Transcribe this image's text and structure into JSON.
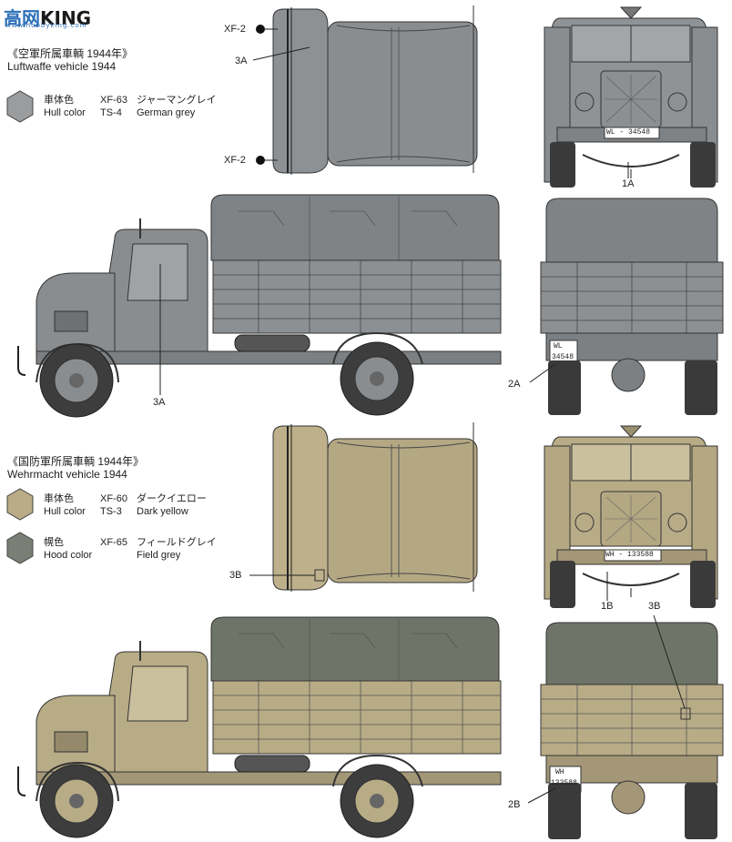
{
  "logo": {
    "text_cn": "高",
    "text_mid": "网",
    "text_king": "KING",
    "subtext": "www.hobbyking.com"
  },
  "sections": [
    {
      "title": "《空軍所属車輌 1944年》",
      "subtitle": "Luftwaffe vehicle 1944",
      "paints": [
        {
          "jp_label": "車体色",
          "en_label": "Hull color",
          "codes": [
            "XF-63",
            "TS-4"
          ],
          "jp_name": "ジャーマングレイ",
          "en_name": "German grey",
          "color": "#8a8d8f"
        }
      ],
      "callouts": {
        "xf2_top": "XF-2",
        "xf2_bottom": "XF-2",
        "decal_top": "3A",
        "decal_side": "3A",
        "front": "1A",
        "rear": "2A"
      },
      "plates": {
        "front": "WL - 34548",
        "rear_line1": "WL",
        "rear_line2": "34548"
      }
    },
    {
      "title": "《国防軍所属車輌 1944年》",
      "subtitle": "Wehrmacht vehicle 1944",
      "paints": [
        {
          "jp_label": "車体色",
          "en_label": "Hull color",
          "codes": [
            "XF-60",
            "TS-3"
          ],
          "jp_name": "ダークイエロー",
          "en_name": "Dark yellow",
          "color": "#b9ac86"
        },
        {
          "jp_label": "幌色",
          "en_label": "Hood color",
          "codes": [
            "XF-65"
          ],
          "jp_name": "フィールドグレイ",
          "en_name": "Field grey",
          "color": "#6f7468"
        }
      ],
      "callouts": {
        "decal_top": "3B",
        "front": "1B",
        "rear_right": "3B",
        "rear": "2B"
      },
      "plates": {
        "front": "WH - 133588",
        "rear_line1": "WH",
        "rear_line2": "133588"
      }
    }
  ]
}
